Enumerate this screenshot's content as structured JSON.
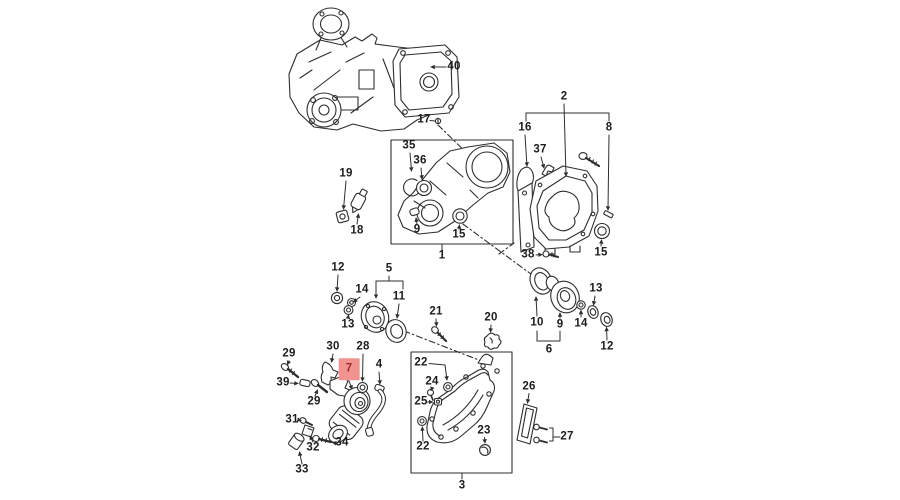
{
  "diagram": {
    "type": "exploded-parts-diagram",
    "background": "#FFFFFF",
    "line_color": "#2E2E2E",
    "label_color": "#1D1D1D",
    "selected_part": "7",
    "highlight": {
      "bg": "#F29390",
      "text": "#9F2B24"
    },
    "labels": {
      "1": "1",
      "2": "2",
      "3": "3",
      "4": "4",
      "5": "5",
      "6": "6",
      "7": "7",
      "8": "8",
      "9": "9",
      "10": "10",
      "11": "11",
      "12": "12",
      "13": "13",
      "14": "14",
      "15": "15",
      "16": "16",
      "17": "17",
      "18": "18",
      "19": "19",
      "20": "20",
      "21": "21",
      "22": "22",
      "23": "23",
      "24": "24",
      "25": "25",
      "26": "26",
      "27": "27",
      "28": "28",
      "29": "29",
      "30": "30",
      "31": "31",
      "32": "32",
      "33": "33",
      "34": "34",
      "35": "35",
      "36": "36",
      "37": "37",
      "38": "38",
      "39": "39",
      "40": "40"
    }
  }
}
